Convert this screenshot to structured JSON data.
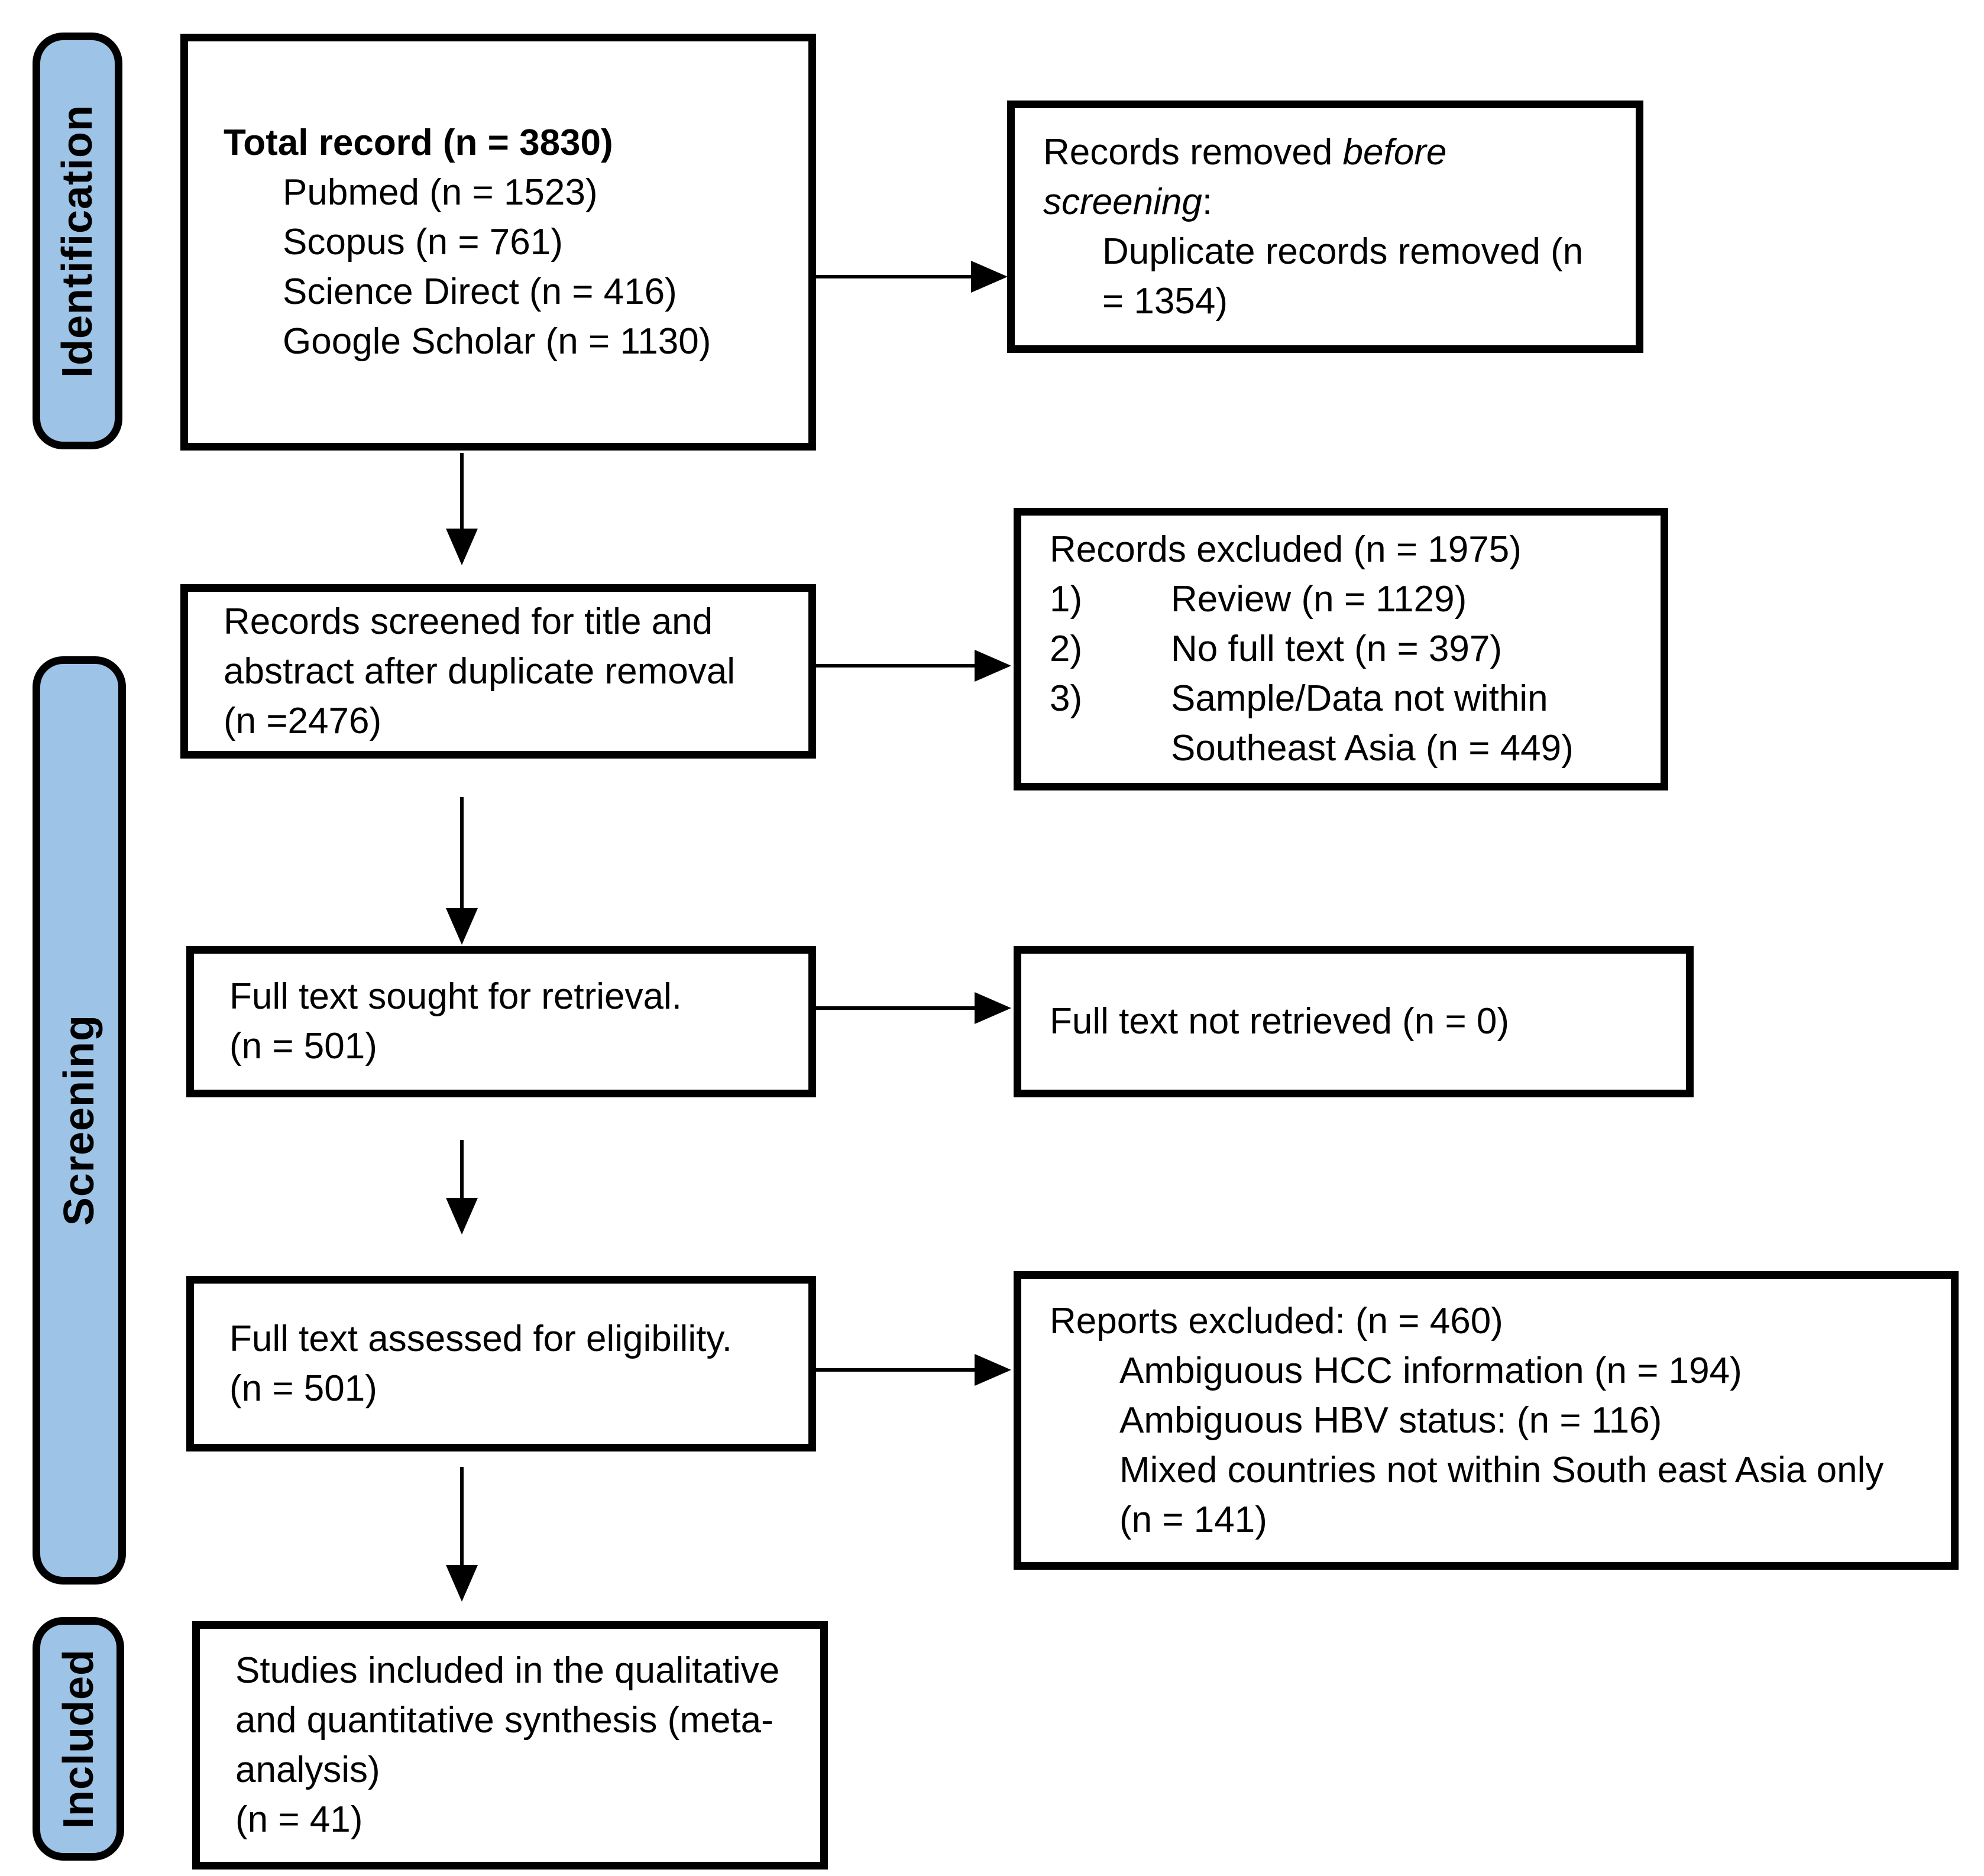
{
  "colors": {
    "stage_fill": "#9DC3E6",
    "border": "#000000",
    "background": "#FFFFFF",
    "text": "#000000"
  },
  "stages": [
    {
      "label": "Identification"
    },
    {
      "label": "Screening"
    },
    {
      "label": "Included"
    }
  ],
  "boxes": {
    "total_records": {
      "title": "Total record (n = 3830)",
      "sources": [
        "Pubmed (n = 1523)",
        "Scopus (n = 761)",
        "Science Direct (n = 416)",
        "Google Scholar (n = 1130)"
      ]
    },
    "records_removed": {
      "line1_normal": "Records removed ",
      "line1_italic": "before",
      "line2_italic": "screening",
      "line2_normal": ":",
      "detail_lines": [
        "Duplicate records removed (n",
        "= 1354)"
      ]
    },
    "records_screened": {
      "lines": [
        "Records screened for title and",
        "abstract after duplicate removal",
        "(n =2476)"
      ]
    },
    "records_excluded": {
      "title": "Records excluded (n = 1975)",
      "items": [
        {
          "num": "1)",
          "lines": [
            "Review (n = 1129)"
          ]
        },
        {
          "num": "2)",
          "lines": [
            "No full text (n = 397)"
          ]
        },
        {
          "num": "3)",
          "lines": [
            "Sample/Data not within",
            "Southeast Asia (n = 449)"
          ]
        }
      ]
    },
    "fulltext_sought": {
      "lines": [
        "Full text sought for retrieval.",
        "(n = 501)"
      ]
    },
    "fulltext_not_retrieved": {
      "lines": [
        "Full text not retrieved (n = 0)"
      ]
    },
    "fulltext_assessed": {
      "lines": [
        "Full text assessed for eligibility.",
        "(n = 501)"
      ]
    },
    "reports_excluded": {
      "title": "Reports excluded: (n = 460)",
      "detail_lines": [
        "Ambiguous HCC information (n = 194)",
        "Ambiguous HBV status: (n = 116)",
        "Mixed countries not within South east Asia only",
        "(n = 141)"
      ]
    },
    "studies_included": {
      "lines": [
        "Studies included in the qualitative",
        "and quantitative synthesis (meta-",
        "analysis)",
        "(n = 41)"
      ]
    }
  }
}
